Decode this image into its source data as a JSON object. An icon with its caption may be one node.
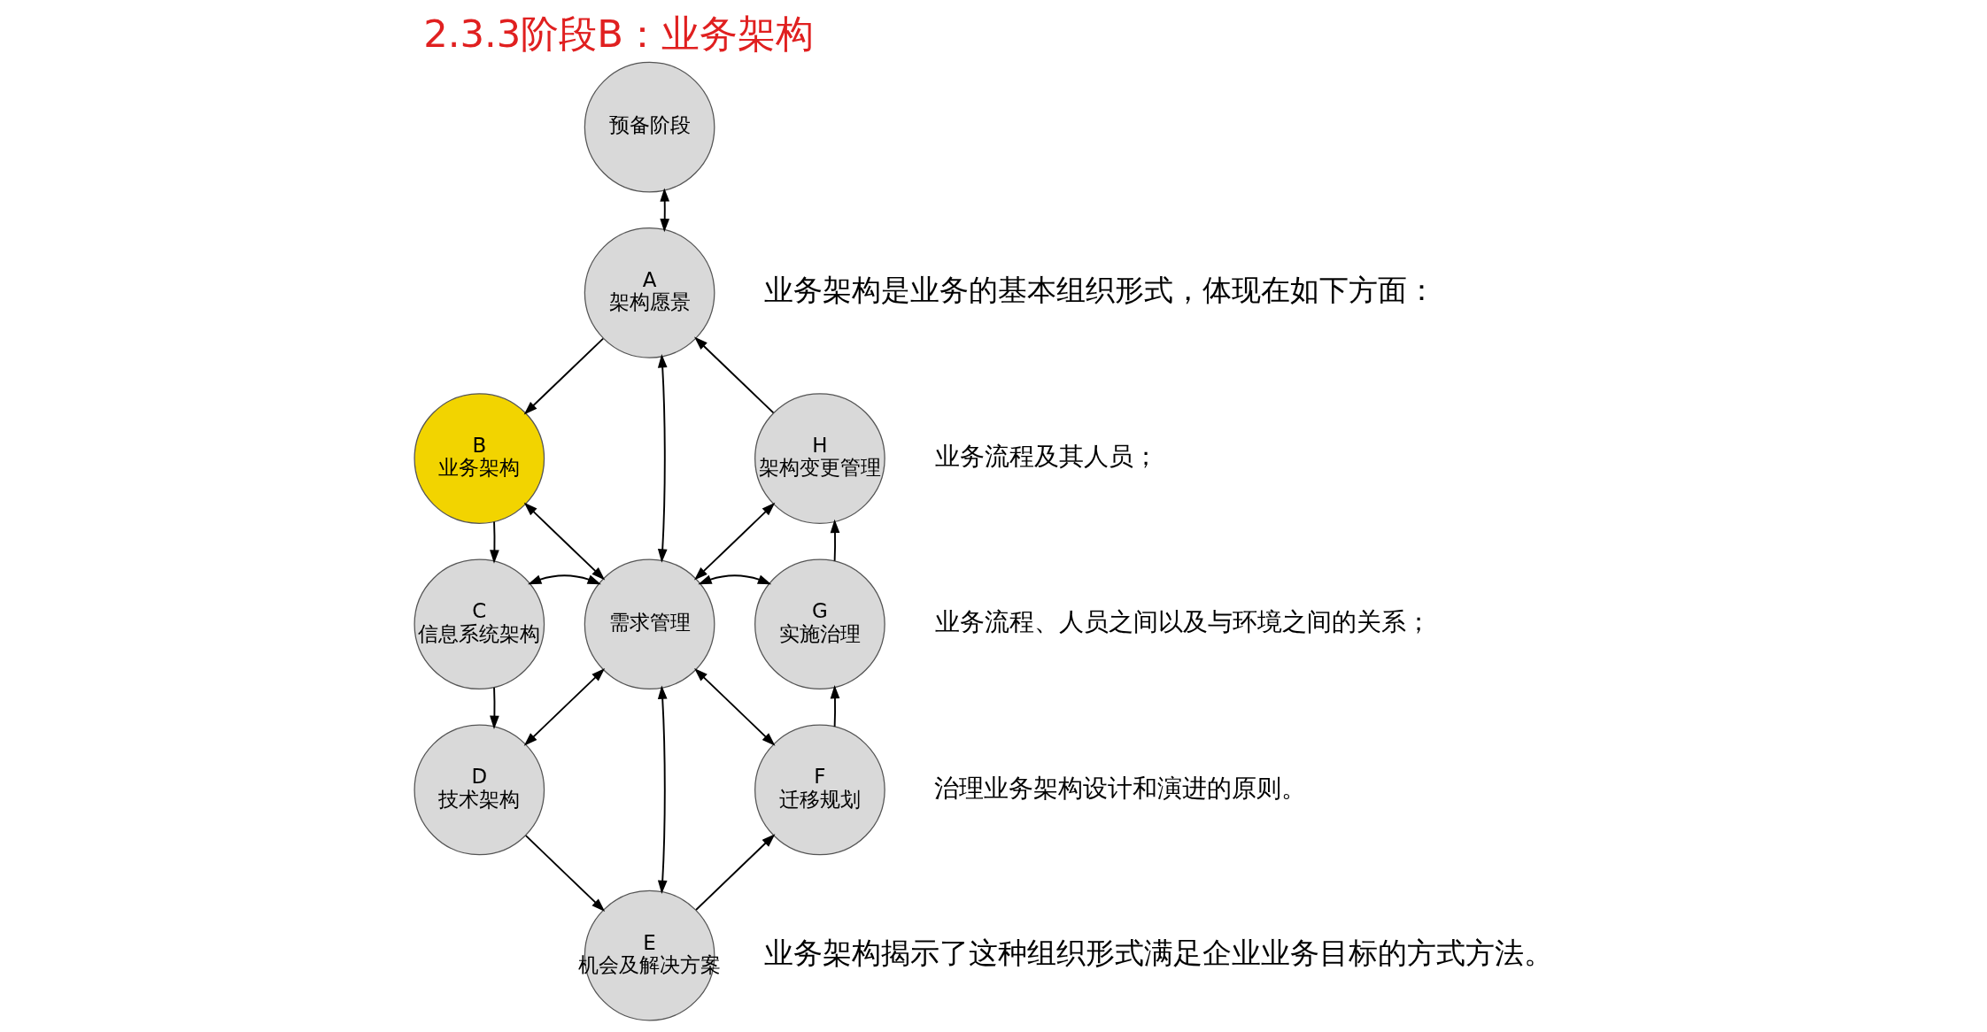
{
  "diagram": {
    "title": "2.3.3阶段B：业务架构",
    "nodes": [
      {
        "text": [
          "预备阶段"
        ]
      },
      {
        "text": [
          "A",
          "架构愿景"
        ]
      },
      {
        "text": [
          "B",
          "业务架构"
        ]
      },
      {
        "text": [
          "C",
          "信息系统架构"
        ]
      },
      {
        "text": [
          "D",
          "技术架构"
        ]
      },
      {
        "text": [
          "E",
          "机会及解决方案"
        ]
      },
      {
        "text": [
          "F",
          "迁移规划"
        ]
      },
      {
        "text": [
          "G",
          "实施治理"
        ]
      },
      {
        "text": [
          "H",
          "架构变更管理"
        ]
      },
      {
        "text": [
          "需求管理"
        ]
      }
    ],
    "edges": [
      {
        "from": 0,
        "to": 1,
        "arrow": "both"
      },
      {
        "from": 1,
        "to": 2,
        "arrow": "to"
      },
      {
        "from": 2,
        "to": 3,
        "arrow": "to"
      },
      {
        "from": 3,
        "to": 4,
        "arrow": "to"
      },
      {
        "from": 4,
        "to": 5,
        "arrow": "to"
      },
      {
        "from": 5,
        "to": 6,
        "arrow": "to"
      },
      {
        "from": 6,
        "to": 7,
        "arrow": "to"
      },
      {
        "from": 7,
        "to": 8,
        "arrow": "to"
      },
      {
        "from": 8,
        "to": 1,
        "arrow": "to"
      },
      {
        "from": 9,
        "to": 1,
        "arrow": "both"
      },
      {
        "from": 9,
        "to": 2,
        "arrow": "both"
      },
      {
        "from": 9,
        "to": 3,
        "arrow": "both"
      },
      {
        "from": 9,
        "to": 4,
        "arrow": "both"
      },
      {
        "from": 9,
        "to": 5,
        "arrow": "both"
      },
      {
        "from": 9,
        "to": 6,
        "arrow": "both"
      },
      {
        "from": 9,
        "to": 7,
        "arrow": "both"
      },
      {
        "from": 9,
        "to": 8,
        "arrow": "both"
      }
    ],
    "labels": [
      "业务架构是业务的基本组织形式，体现在如下方面：",
      "业务流程及其人员；",
      "业务流程、人员之间以及与环境之间的关系；",
      "治理业务架构设计和演进的原则。",
      "业务架构揭示了这种组织形式满足企业业务目标的方式方法。"
    ]
  }
}
